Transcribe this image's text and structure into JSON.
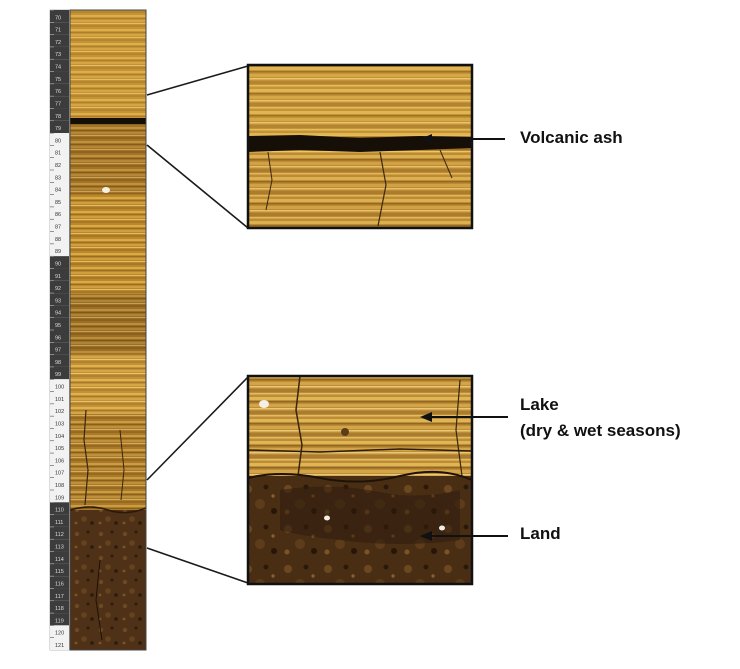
{
  "scale": {
    "marks": [
      "70",
      "71",
      "72",
      "73",
      "74",
      "75",
      "76",
      "77",
      "78",
      "79",
      "80",
      "81",
      "82",
      "83",
      "84",
      "85",
      "86",
      "87",
      "88",
      "89",
      "90",
      "91",
      "92",
      "93",
      "94",
      "95",
      "96",
      "97",
      "98",
      "99",
      "100",
      "101",
      "102",
      "103",
      "104",
      "105",
      "106",
      "107",
      "108",
      "109",
      "110",
      "111",
      "112",
      "113",
      "114",
      "115",
      "116",
      "117",
      "118",
      "119",
      "120",
      "121"
    ]
  },
  "labels": {
    "volcanic_ash": "Volcanic ash",
    "lake_line1": "Lake",
    "lake_line2": "(dry & wet  seasons)",
    "land": "Land"
  },
  "colors": {
    "sediment_light": "#d9a93a",
    "sediment_mid": "#b07e28",
    "sediment_dark": "#6e4a1a",
    "ash": "#151008",
    "soil": "#4a2e14",
    "ruler_dark": "#3c3c3c",
    "ruler_light": "#f2f2f2",
    "line": "#1a1a1a"
  }
}
